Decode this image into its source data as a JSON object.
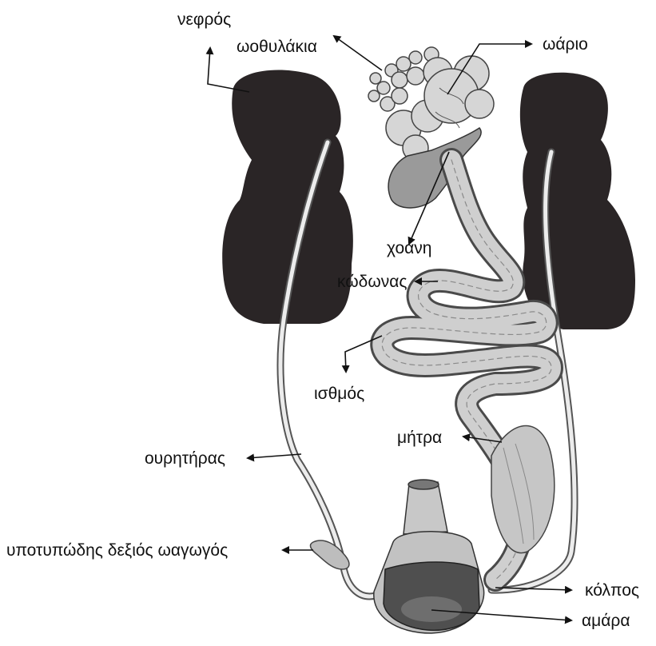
{
  "labels": {
    "kidney": "νεφρός",
    "follicles": "ωοθυλάκια",
    "ovary": "ωάριο",
    "funnel": "χοάνη",
    "ampulla": "κώδωνας",
    "isthmus": "ισθμός",
    "uterus": "μήτρα",
    "ureter": "ουρητήρας",
    "vestigial_oviduct": "υποτυπώδης δεξιός ωαγωγός",
    "vagina": "κόλπος",
    "cloaca": "αμάρα"
  },
  "colors": {
    "kidney_fill": "#2a2526",
    "tissue_fill": "#c9c9c9",
    "tissue_stroke": "#4a4a4a",
    "line": "#111111"
  }
}
